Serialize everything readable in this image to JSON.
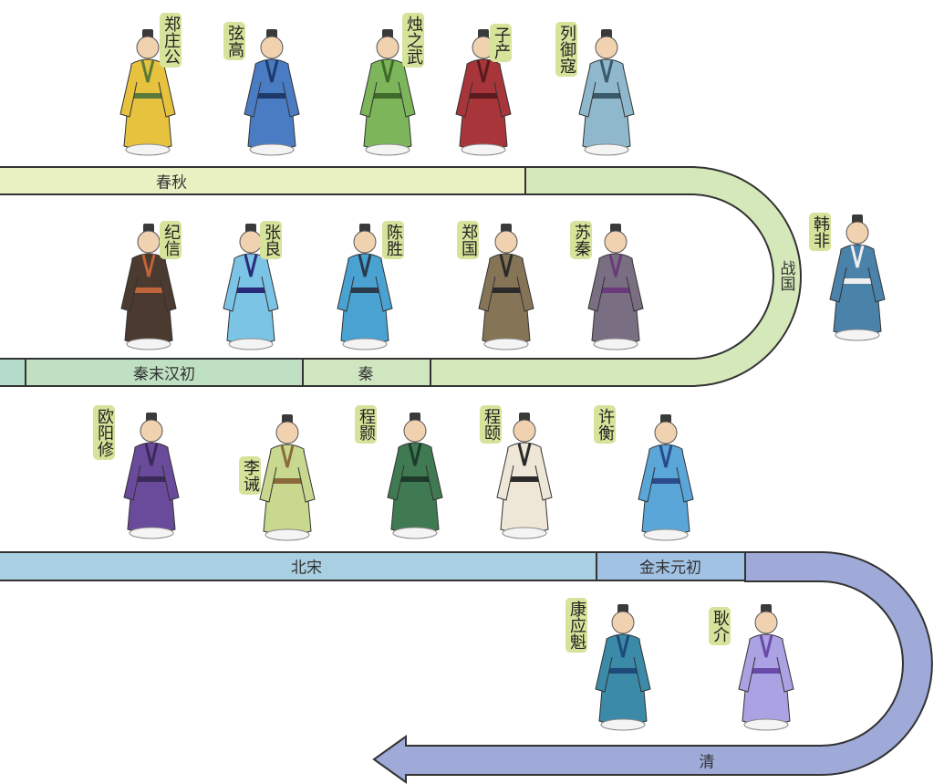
{
  "periods": {
    "chunqiu": {
      "label": "春秋",
      "color": "#e9f1c2"
    },
    "zhanguo": {
      "label": "战国",
      "color": "#d5e8b9"
    },
    "qin": {
      "label": "秦",
      "color": "#cfe6c0"
    },
    "qinmo_hanchu": {
      "label": "秦末汉初",
      "color": "#bfe0c2"
    },
    "han_stub": {
      "color": "#b5dcca"
    },
    "beisong": {
      "label": "北宋",
      "color": "#a8cfe2"
    },
    "jinmo_yuanchu": {
      "label": "金末元初",
      "color": "#a2c2e4"
    },
    "qing": {
      "label": "清",
      "color": "#9faad8"
    }
  },
  "figures": [
    {
      "name": "郑庄公",
      "robe": "#e6c23e",
      "trim": "#5a7a3a"
    },
    {
      "name": "弦高",
      "robe": "#4a7cc4",
      "trim": "#1e3a6a"
    },
    {
      "name": "烛之武",
      "robe": "#7cb55a",
      "trim": "#3f6a2a"
    },
    {
      "name": "子产",
      "robe": "#a8353a",
      "trim": "#5a1a1e"
    },
    {
      "name": "列御寇",
      "robe": "#8fb8cc",
      "trim": "#3a5a6a"
    },
    {
      "name": "纪信",
      "robe": "#4a3a30",
      "trim": "#c0643a"
    },
    {
      "name": "张良",
      "robe": "#7cc4e6",
      "trim": "#2a2a7a"
    },
    {
      "name": "陈胜",
      "robe": "#4aa2d2",
      "trim": "#2a3a4a"
    },
    {
      "name": "郑国",
      "robe": "#857556",
      "trim": "#2a2a2a"
    },
    {
      "name": "苏秦",
      "robe": "#7a6e82",
      "trim": "#6a3a7a"
    },
    {
      "name": "韩非",
      "robe": "#4a82aa",
      "trim": "#eeeeee"
    },
    {
      "name": "欧阳修",
      "robe": "#6a4a9a",
      "trim": "#3a2a5a"
    },
    {
      "name": "李诫",
      "robe": "#c8d88e",
      "trim": "#8a6a3a"
    },
    {
      "name": "程颢",
      "robe": "#3f7a52",
      "trim": "#1e3a2a"
    },
    {
      "name": "程颐",
      "robe": "#eee6d6",
      "trim": "#2a2a2a"
    },
    {
      "name": "许衡",
      "robe": "#5aa6d8",
      "trim": "#2a4a8a"
    },
    {
      "name": "康应魁",
      "robe": "#3a8aa8",
      "trim": "#1e4a7a"
    },
    {
      "name": "耿介",
      "robe": "#aaa2e2",
      "trim": "#6a4aa8"
    }
  ]
}
